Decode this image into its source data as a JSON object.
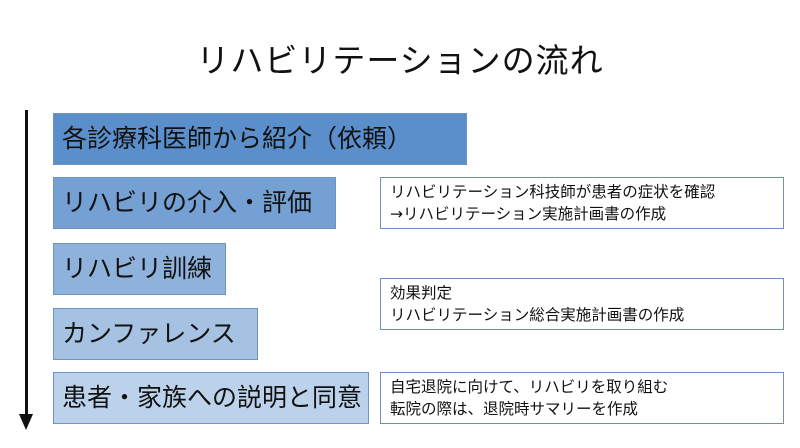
{
  "title": "リハビリテーションの流れ",
  "steps": [
    {
      "label": "各診療科医師から紹介（依頼）",
      "color": "#5b8fcc"
    },
    {
      "label": "リハビリの介入・評価",
      "color": "#74a0d4"
    },
    {
      "label": "リハビリ訓練",
      "color": "#8eb2dc"
    },
    {
      "label": "カンファレンス",
      "color": "#a6c2e3"
    },
    {
      "label": "患者・家族への説明と同意",
      "color": "#bcd1ea"
    }
  ],
  "notes": [
    {
      "lines": [
        "リハビリテーション科技師が患者の症状を確認",
        "→リハビリテーション実施計画書の作成"
      ]
    },
    {
      "lines": [
        "効果判定",
        "リハビリテーション総合実施計画書の作成"
      ]
    },
    {
      "lines": [
        "自宅退院に向けて、リハビリを取り組む",
        "転院の際は、退院時サマリーを作成"
      ]
    }
  ]
}
